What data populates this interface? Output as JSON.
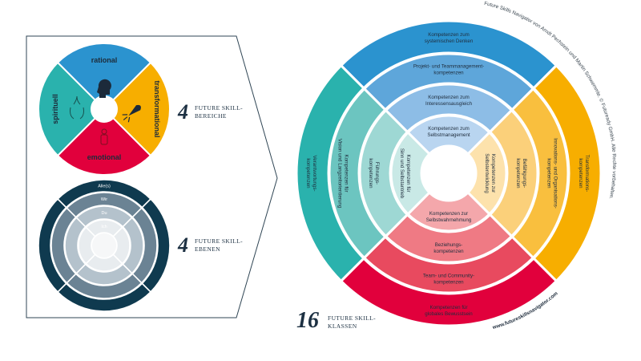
{
  "left_panel": {
    "areas_wheel": {
      "segments": [
        {
          "label": "rational",
          "color": "#2b93cf",
          "icon": "brain-head-icon"
        },
        {
          "label": "transformational",
          "color": "#f7ae00",
          "icon": "rocket-icon"
        },
        {
          "label": "emotional",
          "color": "#e1003c",
          "icon": "person-icon"
        },
        {
          "label": "spirituell",
          "color": "#2ab2ad",
          "icon": "lotus-hands-icon"
        }
      ]
    },
    "areas_caption": {
      "number": "4",
      "line1": "FUTURE SKILL-",
      "line2": "BEREICHE"
    },
    "levels_wheel": {
      "levels": [
        {
          "label": "Alle(s)",
          "color": "#0f3a4f"
        },
        {
          "label": "Wir",
          "color": "#6b8394"
        },
        {
          "label": "Du",
          "color": "#b4c2cc"
        },
        {
          "label": "Ich",
          "color": "#e8ecef"
        }
      ]
    },
    "levels_caption": {
      "number": "4",
      "line1": "FUTURE SKILL-",
      "line2": "EBENEN"
    }
  },
  "navigator": {
    "top": [
      {
        "l1": "Kompetenzen zum",
        "l2": "systemischen Denken",
        "color": "#2b93cf"
      },
      {
        "l1": "Projekt- und Teammanagement-",
        "l2": "kompetenzen",
        "color": "#5ea6da"
      },
      {
        "l1": "Kompetenzen zum",
        "l2": "Interessensausgleich",
        "color": "#8dbde6"
      },
      {
        "l1": "Kompetenzen zum",
        "l2": "Selbstmanagement",
        "color": "#b9d5f0"
      }
    ],
    "right": [
      {
        "l1": "Transformations-",
        "l2": "kompetenzen",
        "color": "#f7ae00"
      },
      {
        "l1": "Innovations- und Organisations-",
        "l2": "kompetenzen",
        "color": "#f9bf3e"
      },
      {
        "l1": "Befähigungs-",
        "l2": "kompetenzen",
        "color": "#fbd07a"
      },
      {
        "l1": "Kompetenzen zur",
        "l2": "Selbstentwicklung",
        "color": "#fde2ac"
      }
    ],
    "bottom": [
      {
        "l1": "Kompetenzen für",
        "l2": "globales Bewusstsein",
        "color": "#e1003c"
      },
      {
        "l1": "Team- und Community-",
        "l2": "kompetenzen",
        "color": "#e84a5f"
      },
      {
        "l1": "Beziehungs-",
        "l2": "kompetenzen",
        "color": "#ef7a84"
      },
      {
        "l1": "Kompetenzen zur",
        "l2": "Selbstwahrnehmung",
        "color": "#f4a7ab"
      }
    ],
    "left": [
      {
        "l1": "Verantwortungs-",
        "l2": "kompetenzen",
        "color": "#2ab2ad"
      },
      {
        "l1": "Kompetenzen für",
        "l2": "Vision und Langzeitorientierung",
        "color": "#6cc5c0"
      },
      {
        "l1": "Führungs-",
        "l2": "kompetenzen",
        "color": "#9ed8d4"
      },
      {
        "l1": "Kompetenzen für",
        "l2": "Sinn und Selbstantrieb",
        "color": "#c9e9e6"
      }
    ]
  },
  "classes_caption": {
    "number": "16",
    "line1": "FUTURE SKILL-",
    "line2": "KLASSEN"
  },
  "credit": {
    "text": "Future Skills Navigator von Arndt Pechstein und Martin Schwemmle. © Futuready GmbH. Alle Rechte vorbehalten.",
    "url": "www.futureskillsnavigator.com"
  }
}
